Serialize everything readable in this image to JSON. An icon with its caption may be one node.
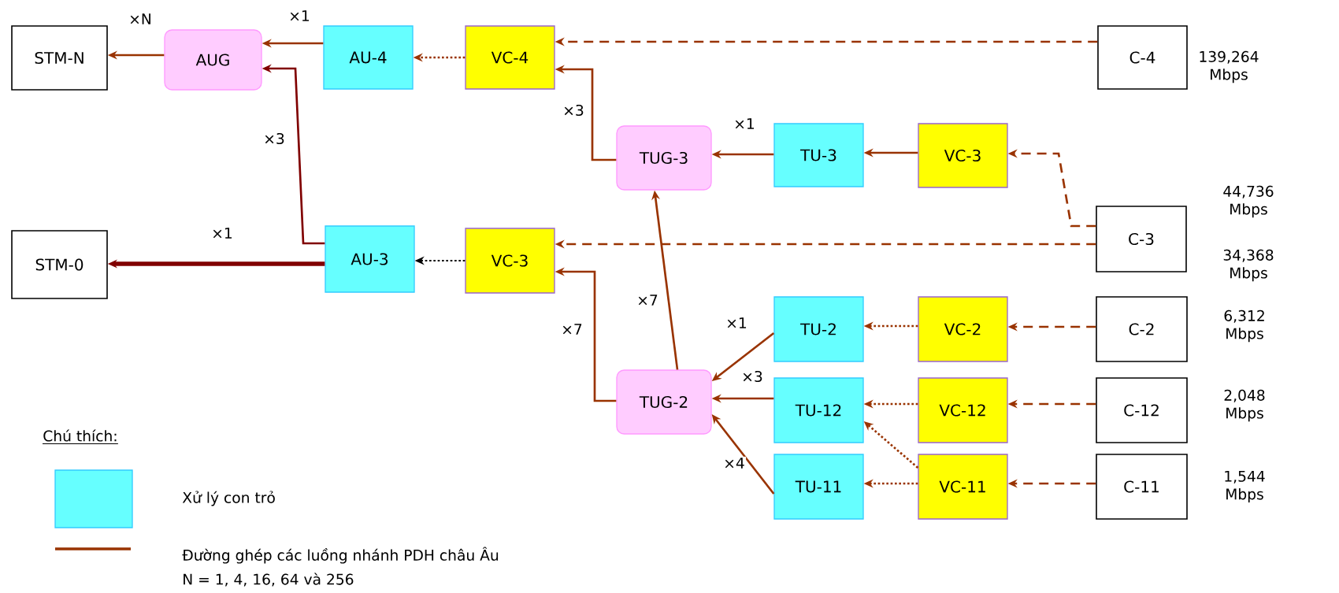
{
  "diagram": {
    "nodes": [
      {
        "text": [
          "STM-N"
        ]
      },
      {
        "text": [
          "AUG"
        ]
      },
      {
        "text": [
          "AU-4"
        ]
      },
      {
        "text": [
          "VC-4"
        ]
      },
      {
        "text": [
          "C-4"
        ],
        "beside": [
          "139,264 Mbps"
        ]
      },
      {
        "text": [
          "TUG-3"
        ]
      },
      {
        "text": [
          "TU-3"
        ]
      },
      {
        "text": [
          "VC-3"
        ]
      },
      {
        "text": [
          "C-3"
        ],
        "beside": [
          "44,736 Mbps",
          "34,368 Mbps"
        ]
      },
      {
        "text": [
          "STM-0"
        ]
      },
      {
        "text": [
          "AU-3"
        ]
      },
      {
        "text": [
          "VC-3"
        ]
      },
      {
        "text": [
          "TU-2"
        ]
      },
      {
        "text": [
          "VC-2"
        ]
      },
      {
        "text": [
          "C-2"
        ],
        "beside": [
          "6,312 Mbps"
        ]
      },
      {
        "text": [
          "TUG-2"
        ]
      },
      {
        "text": [
          "TU-12"
        ]
      },
      {
        "text": [
          "VC-12"
        ]
      },
      {
        "text": [
          "C-12"
        ],
        "beside": [
          "2,048 Mbps"
        ]
      },
      {
        "text": [
          "TU-11"
        ]
      },
      {
        "text": [
          "VC-11"
        ]
      },
      {
        "text": [
          "C-11"
        ],
        "beside": [
          "1,544 Mbps"
        ]
      }
    ],
    "edges": [
      {
        "from": 1,
        "to": 0,
        "arrow": "to",
        "label": "×N"
      },
      {
        "from": 2,
        "to": 1,
        "arrow": "to",
        "label": "×1"
      },
      {
        "from": 3,
        "to": 2,
        "arrow": "to",
        "style": "dashed"
      },
      {
        "from": 4,
        "to": 3,
        "arrow": "to",
        "style": "dashed"
      },
      {
        "from": 5,
        "to": 3,
        "arrow": "to",
        "label": "×3"
      },
      {
        "from": 10,
        "to": 1,
        "arrow": "to",
        "label": "×3",
        "color": "#800000"
      },
      {
        "from": 10,
        "to": 9,
        "arrow": "to",
        "label": "×1",
        "color": "#800000",
        "style": "thick"
      },
      {
        "from": 11,
        "to": 10,
        "arrow": "to",
        "style": "dashed",
        "color": "#000000"
      },
      {
        "from": 8,
        "to": 11,
        "arrow": "to",
        "style": "dashed"
      },
      {
        "from": 8,
        "to": 7,
        "arrow": "to",
        "style": "dashed"
      },
      {
        "from": 6,
        "to": 5,
        "arrow": "to",
        "label": "×1"
      },
      {
        "from": 7,
        "to": 6,
        "arrow": "to"
      },
      {
        "from": 15,
        "to": 5,
        "arrow": "to",
        "label": "×7"
      },
      {
        "from": 15,
        "to": 11,
        "arrow": "to",
        "label": "×7"
      },
      {
        "from": 12,
        "to": 15,
        "arrow": "to",
        "label": "×1"
      },
      {
        "from": 16,
        "to": 15,
        "arrow": "to",
        "label": "×3"
      },
      {
        "from": 19,
        "to": 15,
        "arrow": "to",
        "label": "×4"
      },
      {
        "from": 13,
        "to": 12,
        "arrow": "to",
        "style": "dashed"
      },
      {
        "from": 17,
        "to": 16,
        "arrow": "to",
        "style": "dashed"
      },
      {
        "from": 20,
        "to": 16,
        "arrow": "to",
        "style": "dashed"
      },
      {
        "from": 20,
        "to": 19,
        "arrow": "to",
        "style": "dashed"
      },
      {
        "from": 14,
        "to": 13,
        "arrow": "to",
        "style": "dashed"
      },
      {
        "from": 18,
        "to": 17,
        "arrow": "to",
        "style": "dashed"
      },
      {
        "from": 21,
        "to": 20,
        "arrow": "to",
        "style": "dashed"
      }
    ],
    "labels": [
      "Chú thích:",
      "N = 1, 4, 16, 64 và 256"
    ],
    "legend": [
      {
        "text": "Xử lý con trỏ",
        "color": "#66ffff"
      },
      {
        "text": "Đường ghép các luồng nhánh PDH châu Âu"
      }
    ]
  }
}
